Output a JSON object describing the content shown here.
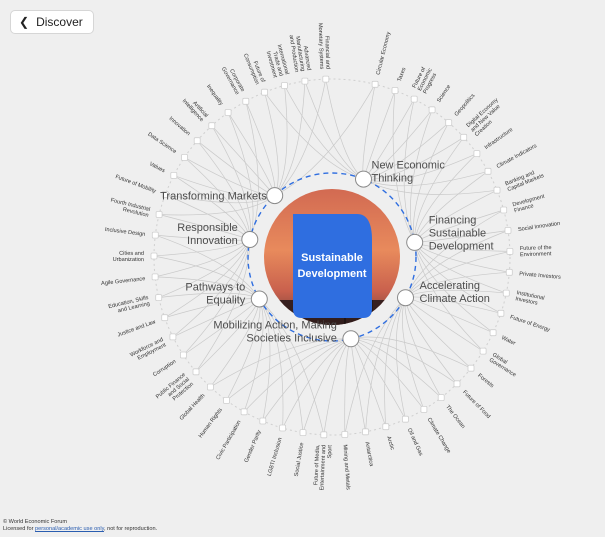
{
  "nav": {
    "back_label": "Discover",
    "back_icon": "chevron-left-icon"
  },
  "center": {
    "title_line1": "Sustainable",
    "title_line2": "Development",
    "tile_color": "#2f6ee0"
  },
  "colors": {
    "accent": "#2f6ee0",
    "connection": "#c9c9c9",
    "background": "#efefef"
  },
  "clusters": [
    {
      "name": "transforming-markets",
      "lines": [
        "Transforming Markets"
      ]
    },
    {
      "name": "new-economic-thinking",
      "lines": [
        "New Economic",
        "Thinking"
      ]
    },
    {
      "name": "responsible-innovation",
      "lines": [
        "Responsible",
        "Innovation"
      ]
    },
    {
      "name": "financing-sustainable-development",
      "lines": [
        "Financing",
        "Sustainable",
        "Development"
      ]
    },
    {
      "name": "pathways-to-equality",
      "lines": [
        "Pathways to",
        "Equality"
      ]
    },
    {
      "name": "accelerating-climate-action",
      "lines": [
        "Accelerating",
        "Climate Action"
      ]
    },
    {
      "name": "mobilizing-action",
      "lines": [
        "Mobilizing Action, Making",
        "Societies Inclusive"
      ]
    }
  ],
  "topics": [
    {
      "lines": [
        "Circular Economy"
      ]
    },
    {
      "lines": [
        "Taxes"
      ]
    },
    {
      "lines": [
        "Future of",
        "Economic",
        "Progress"
      ]
    },
    {
      "lines": [
        "Science"
      ]
    },
    {
      "lines": [
        "Geopolitics"
      ]
    },
    {
      "lines": [
        "Digital Economy",
        "and New Value",
        "Creation"
      ]
    },
    {
      "lines": [
        "Infrastructure"
      ]
    },
    {
      "lines": [
        "Climate Indicators"
      ]
    },
    {
      "lines": [
        "Banking and",
        "Capital Markets"
      ]
    },
    {
      "lines": [
        "Development",
        "Finance"
      ]
    },
    {
      "lines": [
        "Social Innovation"
      ]
    },
    {
      "lines": [
        "Future of the",
        "Environment"
      ]
    },
    {
      "lines": [
        "Private Investors"
      ]
    },
    {
      "lines": [
        "Institutional",
        "Investors"
      ]
    },
    {
      "lines": [
        "Future of Energy"
      ]
    },
    {
      "lines": [
        "Water"
      ]
    },
    {
      "lines": [
        "Global",
        "Governance"
      ]
    },
    {
      "lines": [
        "Forests"
      ]
    },
    {
      "lines": [
        "Future of Food"
      ]
    },
    {
      "lines": [
        "The Ocean"
      ]
    },
    {
      "lines": [
        "Climate Change"
      ]
    },
    {
      "lines": [
        "Oil and Gas"
      ]
    },
    {
      "lines": [
        "Arctic"
      ]
    },
    {
      "lines": [
        "Antarctica"
      ]
    },
    {
      "lines": [
        "Mining and Metals"
      ]
    },
    {
      "lines": [
        "Future of Media,",
        "Entertainment and",
        "Sport"
      ]
    },
    {
      "lines": [
        "Social Justice"
      ]
    },
    {
      "lines": [
        "LGBTI Inclusion"
      ]
    },
    {
      "lines": [
        "Gender Parity"
      ]
    },
    {
      "lines": [
        "Civic Participation"
      ]
    },
    {
      "lines": [
        "Human Rights"
      ]
    },
    {
      "lines": [
        "Global Health"
      ]
    },
    {
      "lines": [
        "Public Finance",
        "and Social",
        "Protection"
      ]
    },
    {
      "lines": [
        "Corruption"
      ]
    },
    {
      "lines": [
        "Workforce and",
        "Employment"
      ]
    },
    {
      "lines": [
        "Justice and Law"
      ]
    },
    {
      "lines": [
        "Education, Skills",
        "and Learning"
      ]
    },
    {
      "lines": [
        "Agile Governance"
      ]
    },
    {
      "lines": [
        "Cities and",
        "Urbanization"
      ]
    },
    {
      "lines": [
        "Inclusive Design"
      ]
    },
    {
      "lines": [
        "Fourth Industrial",
        "Revolution"
      ]
    },
    {
      "lines": [
        "Future of Mobility"
      ]
    },
    {
      "lines": [
        "Values"
      ]
    },
    {
      "lines": [
        "Data Science"
      ]
    },
    {
      "lines": [
        "Innovation"
      ]
    },
    {
      "lines": [
        "Artificial",
        "Intelligence"
      ]
    },
    {
      "lines": [
        "Inequality"
      ]
    },
    {
      "lines": [
        "Corporate",
        "Governance"
      ]
    },
    {
      "lines": [
        "Future of",
        "Consumption"
      ]
    },
    {
      "lines": [
        "International",
        "Trade and",
        "Investment"
      ]
    },
    {
      "lines": [
        "Advanced",
        "Manufacturing",
        "and Production"
      ]
    },
    {
      "lines": [
        "Financial and",
        "Monetary Systems"
      ]
    }
  ],
  "footer": {
    "line1": "© World Economic Forum",
    "line2_prefix": "Licensed for ",
    "line2_link": "personal/academic use only",
    "line2_suffix": ", not for reproduction."
  }
}
